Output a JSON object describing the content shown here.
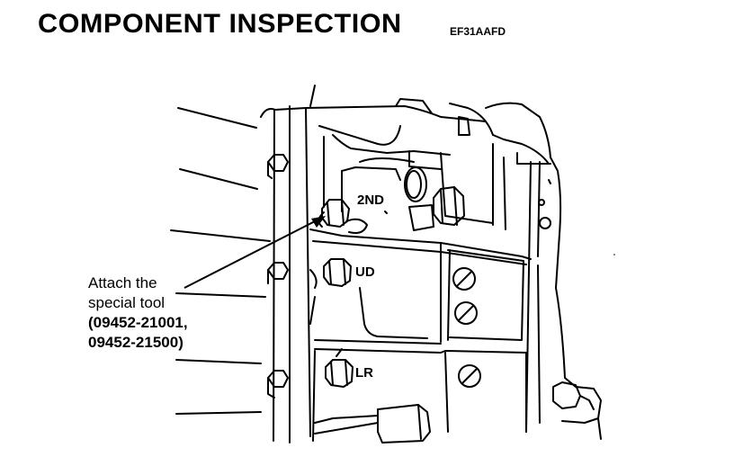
{
  "header": {
    "title": "COMPONENT INSPECTION",
    "code": "EF31AAFD"
  },
  "callout": {
    "line1": "Attach the",
    "line2": "special tool",
    "line3": "(09452-21001,",
    "line4": "09452-21500)"
  },
  "ports": {
    "second": "2ND",
    "ud": "UD",
    "lr": "LR"
  }
}
